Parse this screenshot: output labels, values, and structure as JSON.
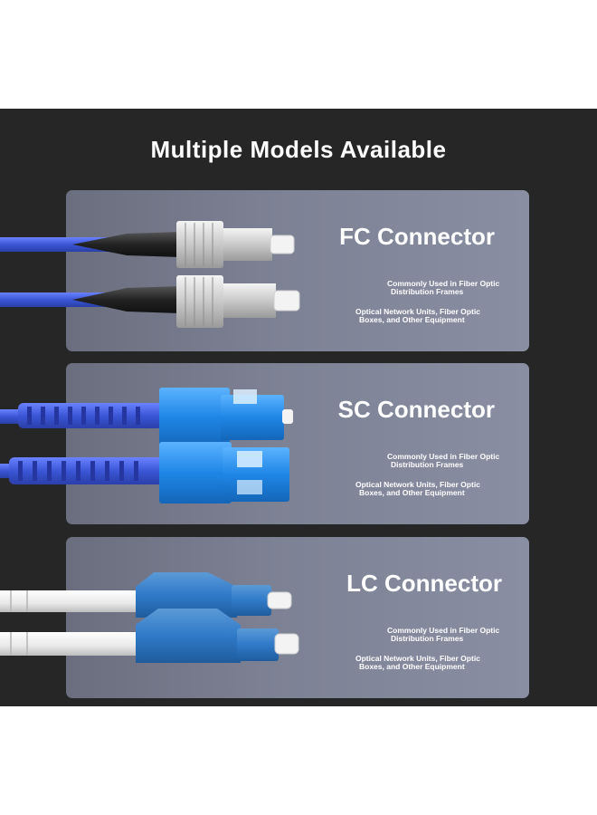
{
  "title": "Multiple Models Available",
  "colors": {
    "background": "#262626",
    "card": "#7d8194",
    "cable_blue": "#3b56d6",
    "sc_blue": "#1f86e6",
    "lc_blue": "#2f7ac9",
    "lc_cable": "#f1f1f1"
  },
  "connectors": [
    {
      "name": "FC Connector",
      "desc1_line1": "Commonly Used in Fiber Optic",
      "desc1_line2": "Distribution Frames",
      "desc2_line1": "Optical Network Units, Fiber Optic",
      "desc2_line2": "Boxes, and Other Equipment"
    },
    {
      "name": "SC Connector",
      "desc1_line1": "Commonly Used in Fiber Optic",
      "desc1_line2": "Distribution Frames",
      "desc2_line1": "Optical Network Units, Fiber Optic",
      "desc2_line2": "Boxes, and Other Equipment"
    },
    {
      "name": "LC Connector",
      "desc1_line1": "Commonly Used in Fiber Optic",
      "desc1_line2": "Distribution Frames",
      "desc2_line1": "Optical Network Units, Fiber Optic",
      "desc2_line2": "Boxes, and Other Equipment"
    }
  ]
}
